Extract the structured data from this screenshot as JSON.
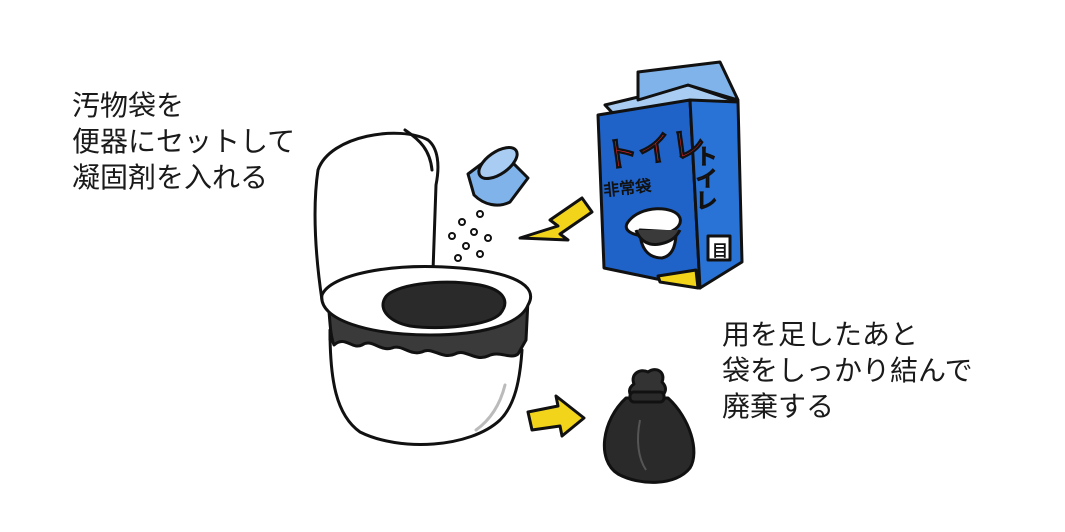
{
  "instruction_1": {
    "lines": [
      "汚物袋を",
      "便器にセットして",
      "凝固剤を入れる"
    ]
  },
  "instruction_2": {
    "lines": [
      "用を足したあと",
      "袋をしっかり結んで",
      "廃棄する"
    ]
  },
  "package": {
    "title_front": "トイレ",
    "subtitle": "非常袋",
    "title_side": "トイレ",
    "side_mark": "目"
  },
  "colors": {
    "package_blue": "#1f63c9",
    "package_light": "#7fb3ea",
    "arrow_yellow": "#f2d51b",
    "label_red": "#e0242f",
    "bag_black": "#2a2a2a",
    "toilet_white": "#ffffff",
    "toilet_shadow": "#dcdcdc"
  }
}
